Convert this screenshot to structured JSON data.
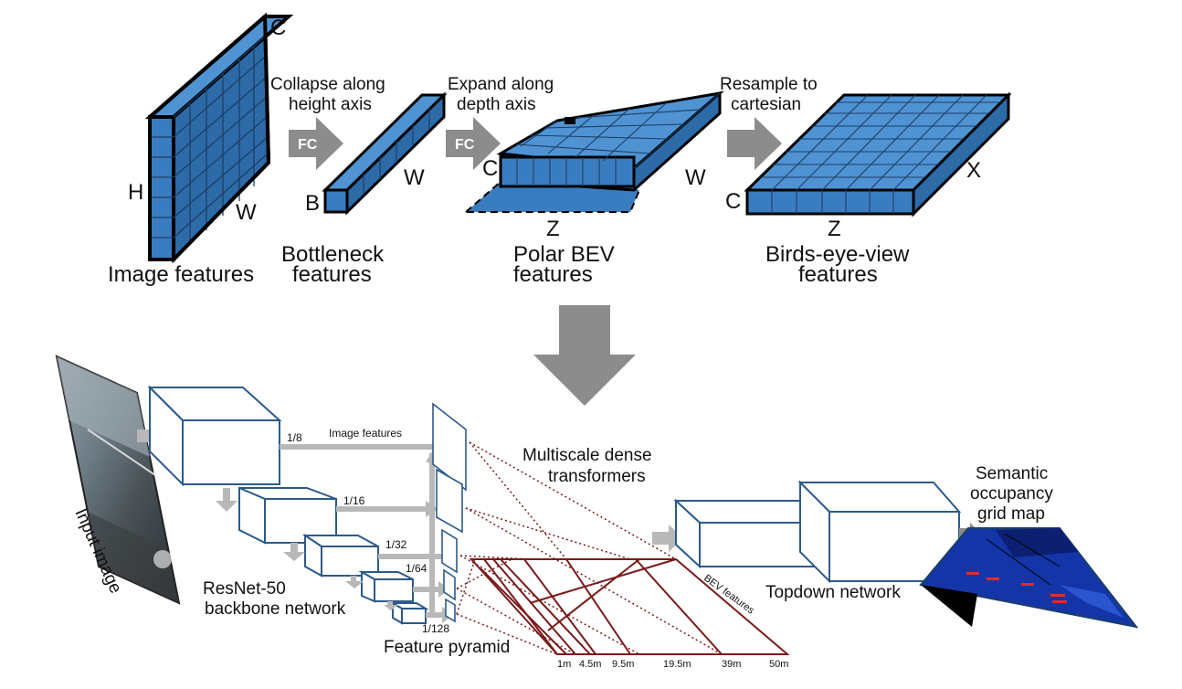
{
  "top": {
    "image_features": {
      "label": "Image features",
      "axis_c": "C",
      "axis_h": "H",
      "axis_w": "W"
    },
    "step1": {
      "label_line1": "Collapse along",
      "label_line2": "height axis",
      "fc": "FC"
    },
    "bottleneck": {
      "label_line1": "Bottleneck",
      "label_line2": "features",
      "axis_b": "B",
      "axis_w": "W"
    },
    "step2": {
      "label_line1": "Expand along",
      "label_line2": "depth axis",
      "fc": "FC"
    },
    "polar": {
      "label_line1": "Polar BEV",
      "label_line2": "features",
      "axis_c": "C",
      "axis_w": "W",
      "axis_z": "Z"
    },
    "step3": {
      "label_line1": "Resample to",
      "label_line2": "cartesian"
    },
    "bev": {
      "label_line1": "Birds-eye-view",
      "label_line2": "features",
      "axis_c": "C",
      "axis_x": "X",
      "axis_z": "Z"
    }
  },
  "bottom": {
    "input_image": "Input image",
    "backbone": {
      "line1": "ResNet-50",
      "line2": "backbone network"
    },
    "scales": [
      "1/8",
      "1/16",
      "1/32",
      "1/64",
      "1/128"
    ],
    "image_features_arrow": "Image features",
    "feature_pyramid": "Feature pyramid",
    "transformers": {
      "line1": "Multiscale dense",
      "line2": "transformers"
    },
    "bev_features": "BEV features",
    "depths": [
      "1m",
      "4.5m",
      "9.5m",
      "19.5m",
      "39m",
      "50m"
    ],
    "topdown": "Topdown network",
    "output": {
      "line1": "Semantic",
      "line2": "occupancy",
      "line3": "grid map"
    }
  },
  "colors": {
    "feature_fill": "#3a7cc0",
    "feature_grid": "#1c3f66",
    "arrow_gray": "#8c8c8c",
    "light_arrow": "#b8b8b8",
    "box_stroke": "#2b5a8a",
    "transformer_red": "#7a1a1a",
    "map_blue": "#1435a8"
  }
}
